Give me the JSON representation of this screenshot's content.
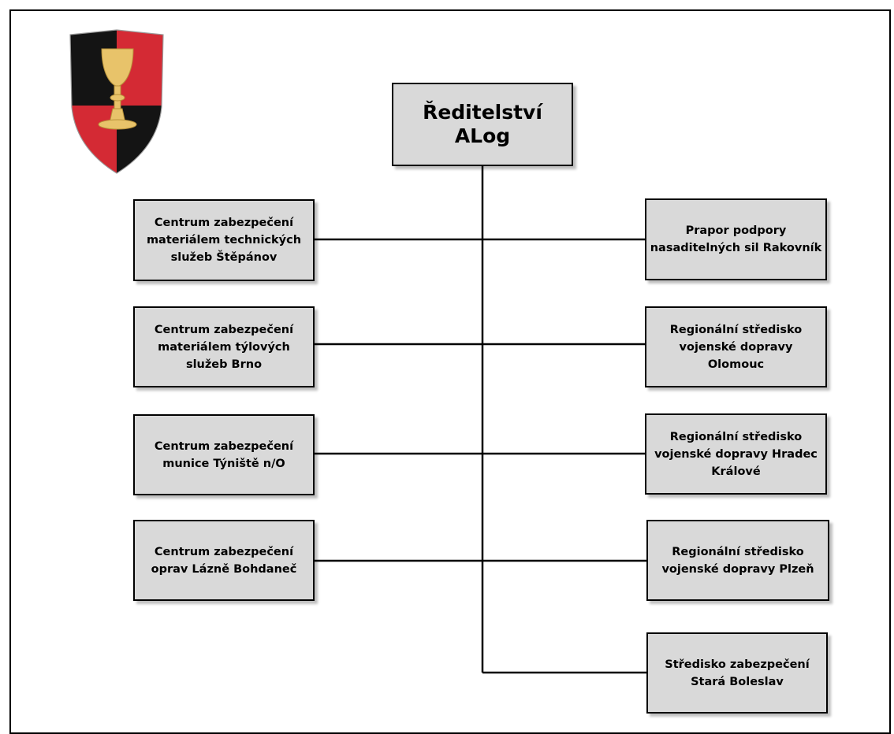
{
  "diagram": {
    "root": {
      "label": "Ředitelství ALog"
    },
    "left_units": [
      {
        "label": "Centrum zabezpečení\nmateriálem technických\nslužeb Štěpánov"
      },
      {
        "label": "Centrum zabezpečení\nmateriálem týlových\nslužeb Brno"
      },
      {
        "label": "Centrum zabezpečení\nmunice Týniště n/O"
      },
      {
        "label": "Centrum zabezpečení\noprav Lázně Bohdaneč"
      }
    ],
    "right_units": [
      {
        "label": "Prapor podpory\nnasaditelných sil Rakovník"
      },
      {
        "label": "Regionální středisko\nvojenské dopravy\nOlomouc"
      },
      {
        "label": "Regionální středisko\nvojenské dopravy Hradec\nKrálové"
      },
      {
        "label": "Regionální středisko\nvojenské dopravy Plzeň"
      },
      {
        "label": "Středisko zabezpečení\nStará Boleslav"
      }
    ]
  },
  "colors": {
    "box_fill": "#d9d9d9",
    "border": "#000000",
    "emblem_red": "#d42a34",
    "emblem_black": "#141414",
    "chalice_gold": "#e8c36a"
  },
  "icons": {
    "emblem": "shield-with-chalice-icon"
  }
}
